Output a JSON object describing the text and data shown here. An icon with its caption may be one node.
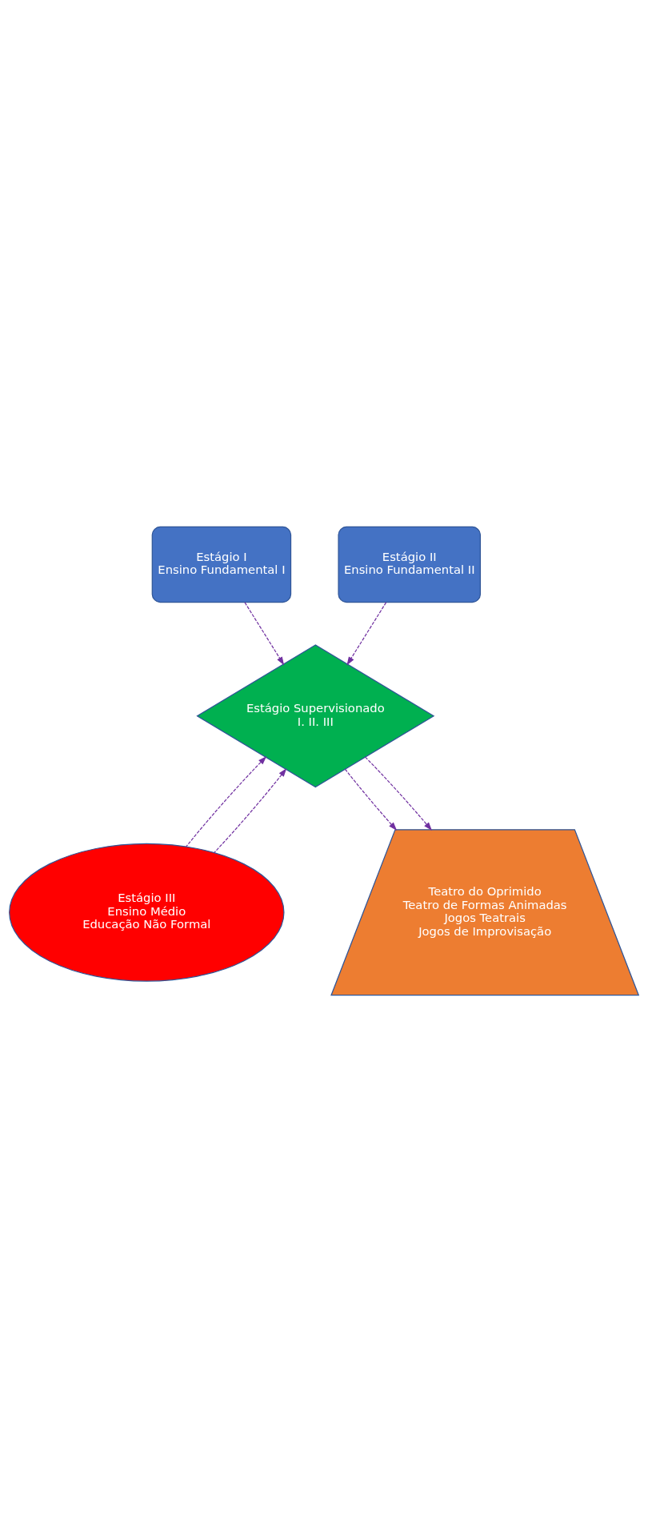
{
  "diagram": {
    "nodes": [
      {
        "text": [
          "Estágio I",
          "Ensino Fundamental I"
        ]
      },
      {
        "text": [
          "Estágio II",
          "Ensino Fundamental II"
        ]
      },
      {
        "text": [
          "Estágio Supervisionado",
          "I. II. III"
        ]
      },
      {
        "text": [
          "Estágio III",
          "Ensino Médio",
          "Educação Não Formal"
        ]
      },
      {
        "text": [
          "Teatro do Oprimido",
          "Teatro de Formas Animadas",
          "Jogos Teatrais",
          "Jogos de Improvisação"
        ]
      }
    ],
    "edges": [
      {
        "from": 0,
        "to": 2,
        "arrow": "to",
        "style": "dashed"
      },
      {
        "from": 1,
        "to": 2,
        "arrow": "to",
        "style": "dashed"
      },
      {
        "from": 3,
        "to": 2,
        "arrow": "to",
        "style": "dashed"
      },
      {
        "from": 3,
        "to": 2,
        "arrow": "to",
        "style": "dashed"
      },
      {
        "from": 2,
        "to": 4,
        "arrow": "to",
        "style": "dashed"
      },
      {
        "from": 2,
        "to": 4,
        "arrow": "to",
        "style": "dashed"
      }
    ]
  }
}
